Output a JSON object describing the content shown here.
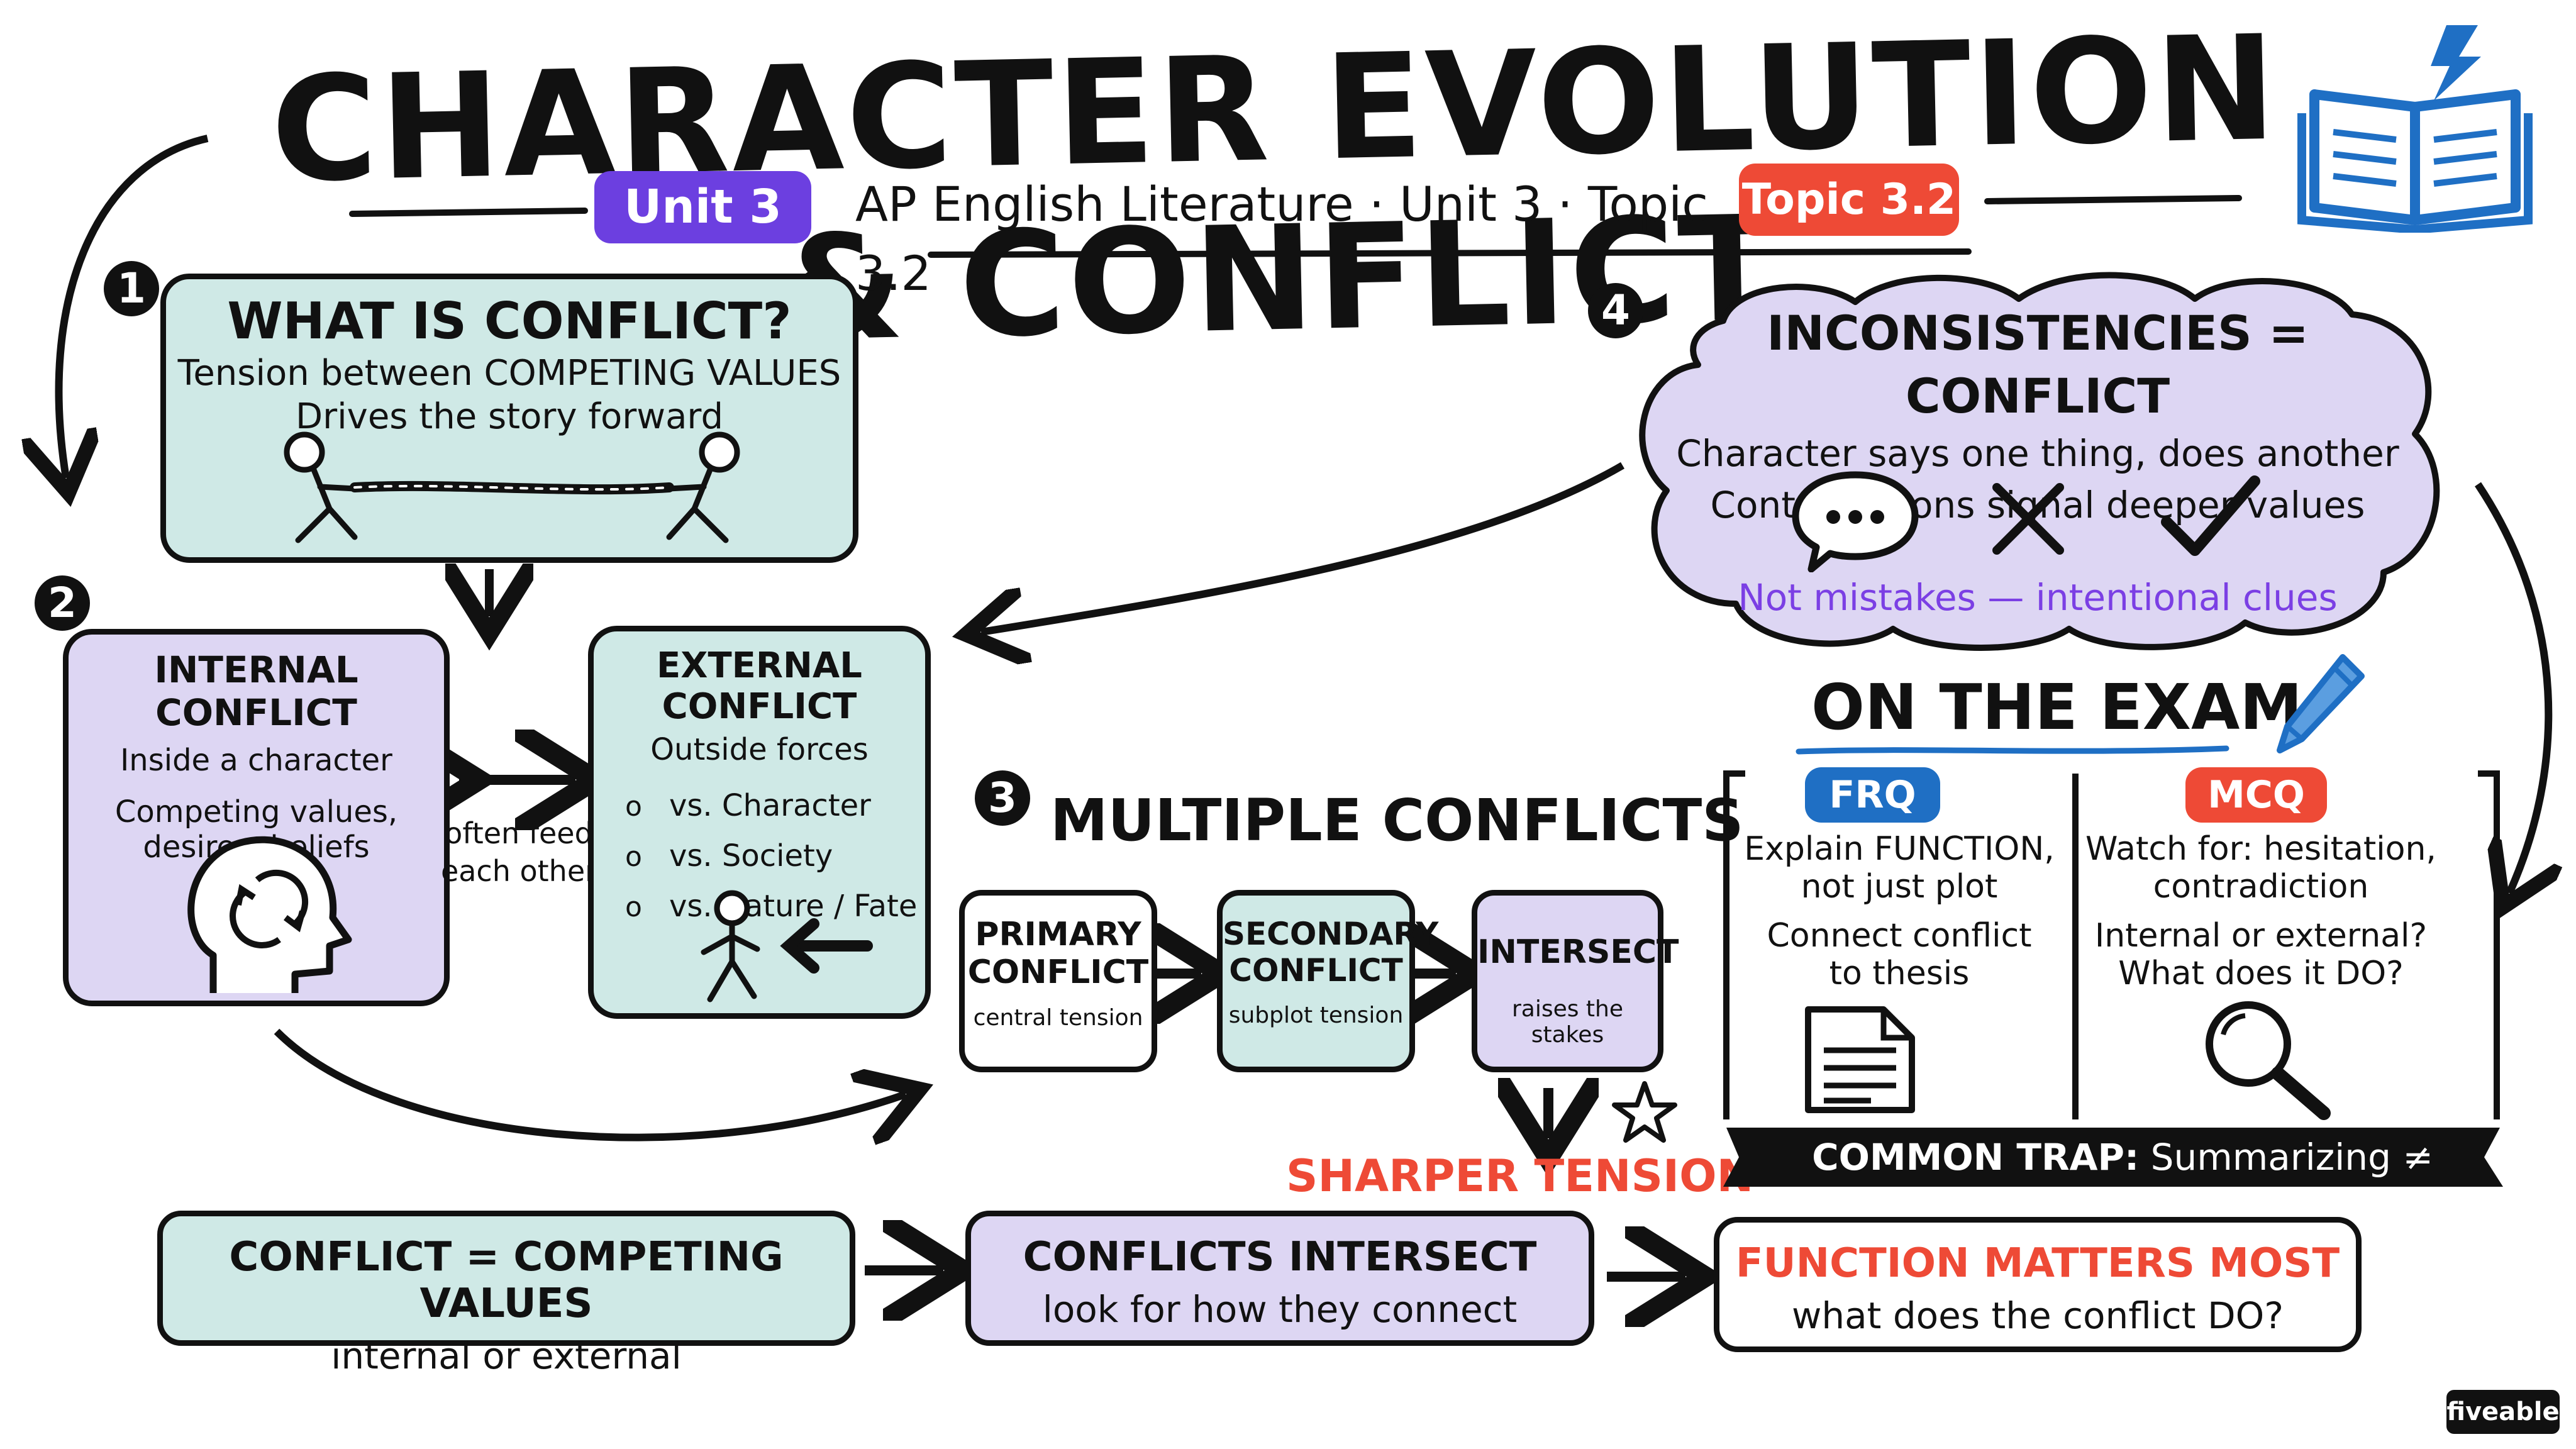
{
  "title": "CHARACTER EVOLUTION & CONFLICT",
  "subtitle": "AP English Literature · Unit 3 · Topic 3.2",
  "badges": {
    "unit": "Unit 3",
    "topic": "Topic 3.2"
  },
  "section1": {
    "number": "1",
    "heading": "WHAT IS CONFLICT?",
    "line1": "Tension between COMPETING VALUES",
    "line2": "Drives the story forward"
  },
  "section2": {
    "number": "2",
    "internal": {
      "heading": "INTERNAL CONFLICT",
      "line1": "Inside a character",
      "line2": "Competing values,",
      "line3": "desires, beliefs"
    },
    "link": {
      "line1": "often feed",
      "line2": "each other"
    },
    "external": {
      "heading": "EXTERNAL CONFLICT",
      "line1": "Outside forces",
      "items": [
        "vs. Character",
        "vs. Society",
        "vs. Nature / Fate"
      ]
    }
  },
  "section3": {
    "number": "3",
    "heading": "MULTIPLE CONFLICTS",
    "primary": {
      "title1": "PRIMARY",
      "title2": "CONFLICT",
      "sub": "central tension"
    },
    "secondary": {
      "title1": "SECONDARY",
      "title2": "CONFLICT",
      "sub": "subplot tension"
    },
    "intersect": {
      "title": "INTERSECT",
      "sub": "raises the stakes"
    },
    "result": "SHARPER TENSION"
  },
  "section4": {
    "number": "4",
    "heading": "INCONSISTENCIES = CONFLICT",
    "line1": "Character says one thing, does another",
    "line2": "Contradictions signal deeper values",
    "note": "Not mistakes — intentional clues"
  },
  "exam": {
    "heading": "ON THE EXAM",
    "frq": {
      "label": "FRQ",
      "line1": "Explain FUNCTION,",
      "line2": "not just plot",
      "line3": "Connect conflict",
      "line4": "to thesis"
    },
    "mcq": {
      "label": "MCQ",
      "line1": "Watch for: hesitation,",
      "line2": "contradiction",
      "line3": "Internal or external?",
      "line4": "What does it DO?"
    },
    "trap_label": "COMMON TRAP:",
    "trap_text": "Summarizing ≠ Analyzing"
  },
  "summary": [
    {
      "title": "CONFLICT = COMPETING VALUES",
      "sub": "internal or external"
    },
    {
      "title": "CONFLICTS INTERSECT",
      "sub": "look for how they connect"
    },
    {
      "title": "FUNCTION MATTERS MOST",
      "sub": "what does the conflict DO?"
    }
  ],
  "brand": "fiveable",
  "colors": {
    "teal": "#cfe9e6",
    "lavender": "#ddd6f3",
    "purple": "#6c3fe0",
    "red": "#ee4a36",
    "blue": "#1f6fc4",
    "note_purple": "#7b3fe4"
  },
  "icons": [
    "open-book-icon",
    "lightning-icon",
    "tug-of-war-icon",
    "head-cycle-icon",
    "running-figure-icon",
    "speech-bubble-icon",
    "x-mark-icon",
    "check-mark-icon",
    "pencil-icon",
    "document-icon",
    "magnifier-icon",
    "star-icon"
  ]
}
